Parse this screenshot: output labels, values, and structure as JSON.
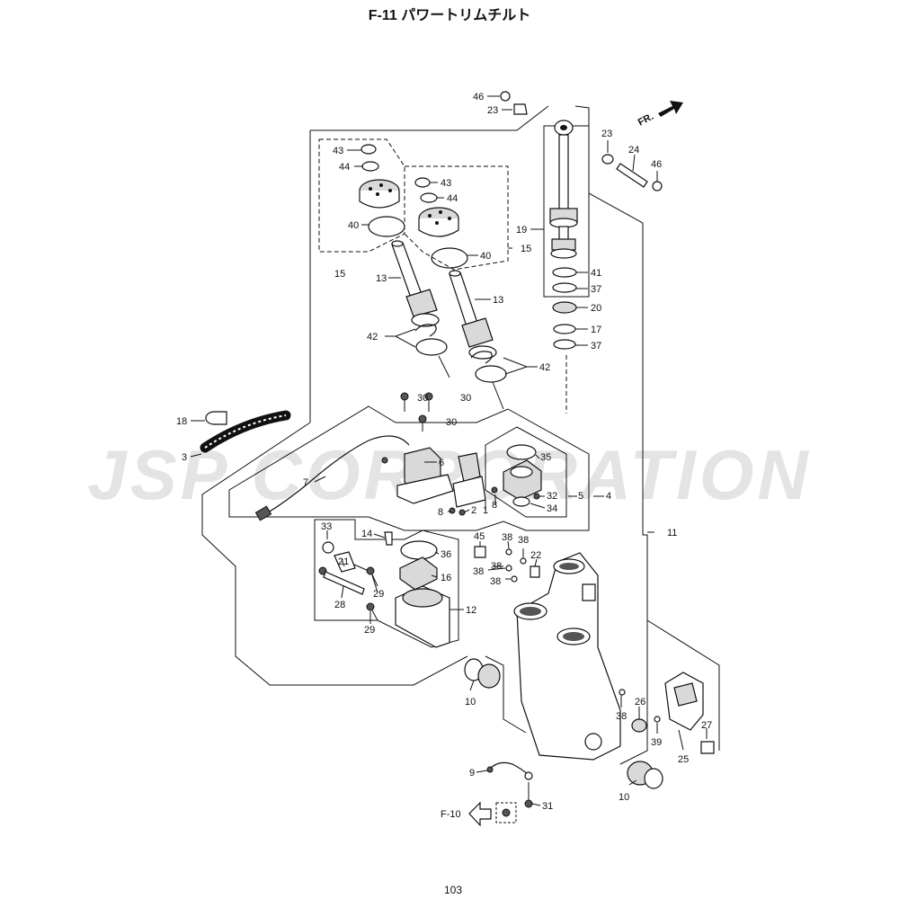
{
  "title": "F-11  パワートリムチルト",
  "page_number": "103",
  "watermark": "JSP CORPORATION",
  "front_indicator": "FR.",
  "reference_label": "F-10",
  "labels": {
    "p46a": "46",
    "p23a": "23",
    "p23b": "23",
    "p24": "24",
    "p46b": "46",
    "p43a": "43",
    "p44a": "44",
    "p40a": "40",
    "p15a": "15",
    "p43b": "43",
    "p44b": "44",
    "p40b": "40",
    "p15b": "15",
    "p19": "19",
    "p41": "41",
    "p37a": "37",
    "p20": "20",
    "p17": "17",
    "p37b": "37",
    "p13a": "13",
    "p13b": "13",
    "p42a": "42",
    "p42b": "42",
    "p30a": "30",
    "p30b": "30",
    "p30c": "30",
    "p18": "18",
    "p3": "3",
    "p7": "7",
    "p6": "6",
    "p35": "35",
    "p32": "32",
    "p5": "5",
    "p4": "4",
    "p34": "34",
    "p8a": "8",
    "p2": "2",
    "p8b": "8",
    "p1": "1",
    "p11": "11",
    "p33": "33",
    "p14": "14",
    "p36": "36",
    "p21": "21",
    "p16": "16",
    "p29a": "29",
    "p28": "28",
    "p29b": "29",
    "p12": "12",
    "p45": "45",
    "p38a": "38",
    "p38b": "38",
    "p22": "22",
    "p38c": "38",
    "p38d": "38",
    "p38e": "38",
    "p38f": "38",
    "p10a": "10",
    "p26": "26",
    "p27": "27",
    "p39": "39",
    "p25": "25",
    "p9": "9",
    "p31": "31",
    "p10b": "10"
  }
}
